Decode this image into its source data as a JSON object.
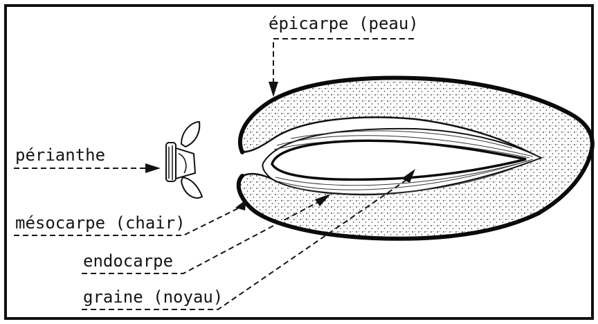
{
  "labels": {
    "epicarpe": "épicarpe (peau)",
    "perianthe": "périanthe",
    "mesocarpe": "mésocarpe (chair)",
    "endocarpe": "endocarpe",
    "graine": "graine (noyau)"
  },
  "colors": {
    "ink": "#141414",
    "paper": "#ffffff"
  }
}
